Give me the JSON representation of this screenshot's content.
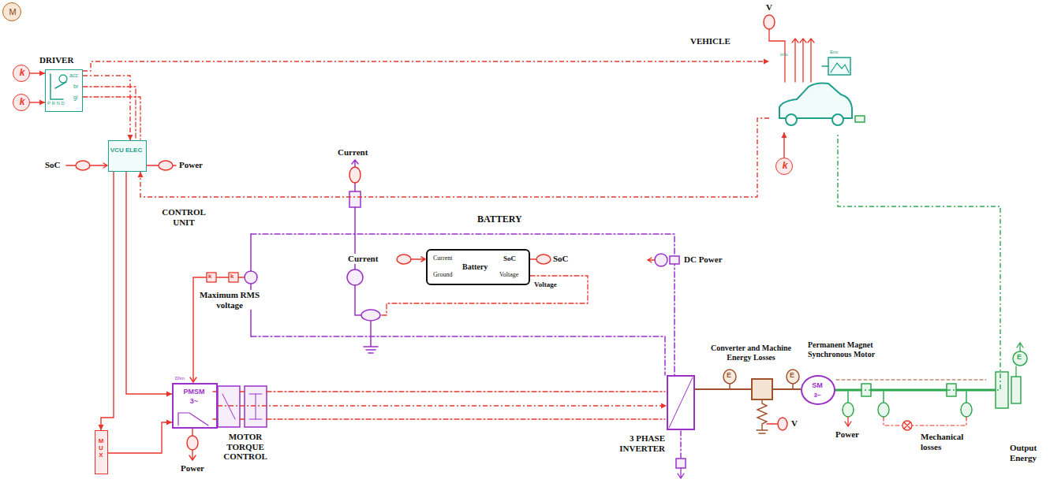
{
  "diagram": {
    "nodes": [
      {
        "text": [
          "M"
        ]
      },
      {
        "text": [
          "DRIVER",
          "acc",
          "br",
          "gl"
        ]
      },
      {
        "text": [
          "k"
        ]
      },
      {
        "text": [
          "k"
        ]
      },
      {
        "text": [
          "VCU ELEC",
          "CONTROL UNIT"
        ]
      },
      {
        "text": [
          "VEHICLE",
          "info",
          "Env"
        ]
      },
      {
        "text": [
          "k"
        ]
      },
      {
        "text": [
          "Current",
          "Ground",
          "Battery",
          "SoC",
          "Voltage"
        ]
      },
      {
        "text": [
          "PMSM",
          "3~"
        ]
      },
      {
        "text": [
          "MUX"
        ]
      },
      {
        "text": [
          "3 PHASE INVERTER"
        ]
      },
      {
        "text": [
          "Converter and Machine Energy Losses"
        ]
      },
      {
        "text": [
          "SM",
          "3~",
          "Permanent Magnet Synchronous Motor"
        ]
      }
    ],
    "edges": [
      {
        "from": 2,
        "to": 1,
        "arrow": "to"
      },
      {
        "from": 3,
        "to": 1,
        "arrow": "to"
      },
      {
        "from": 1,
        "to": 4,
        "arrow": "to"
      },
      {
        "from": 1,
        "to": 5,
        "arrow": "to"
      },
      {
        "from": 5,
        "to": 4,
        "arrow": "to"
      },
      {
        "from": 6,
        "to": 5,
        "arrow": "to"
      },
      {
        "from": 4,
        "to": 8,
        "arrow": "to"
      },
      {
        "from": 4,
        "to": 9,
        "arrow": "to"
      },
      {
        "from": 9,
        "to": 8,
        "arrow": "to"
      },
      {
        "from": 8,
        "to": 10,
        "arrow": "to"
      },
      {
        "from": 10,
        "to": 11,
        "arrow": "none"
      },
      {
        "from": 11,
        "to": 12,
        "arrow": "none"
      },
      {
        "from": 12,
        "to": 5,
        "arrow": "none"
      }
    ],
    "labels": [
      "V",
      "SoC",
      "Power",
      "Current",
      "BATTERY",
      "Current",
      "SoC",
      "Voltage",
      "DC Power",
      "Maximum RMS voltage",
      "MOTOR TORQUE CONTROL",
      "Power",
      "Dlim",
      "E",
      "E",
      "V",
      "Power",
      "Mechanical losses",
      "E",
      "Output Energy",
      "P R N D",
      "k",
      "k"
    ]
  }
}
